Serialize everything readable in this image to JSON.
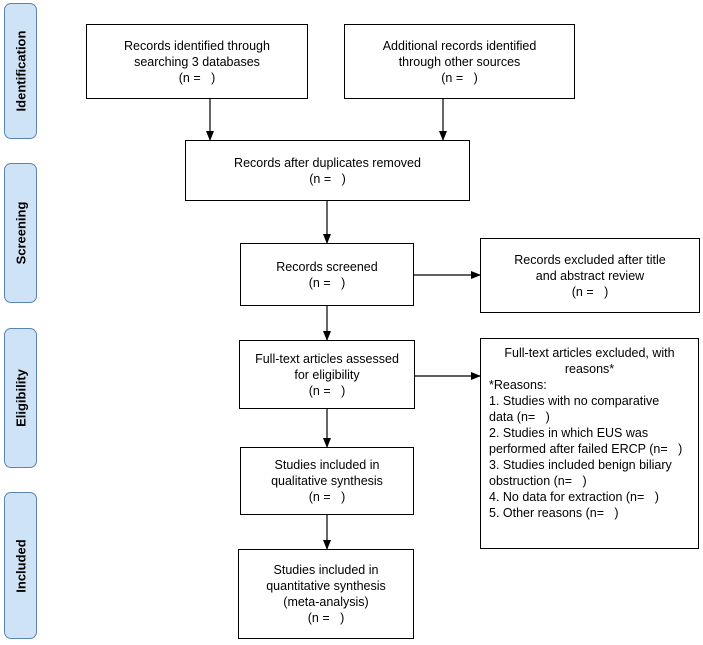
{
  "phases": {
    "identification": "Identification",
    "screening": "Screening",
    "eligibility": "Eligibility",
    "included": "Included"
  },
  "boxes": {
    "identified": [
      "Records identified through",
      "searching 3 databases",
      "(n =   )"
    ],
    "additional": [
      "Additional records identified",
      "through other sources",
      "(n =   )"
    ],
    "duplicates": [
      "Records after duplicates removed",
      "(n =   )"
    ],
    "screened": [
      "Records screened",
      "(n =   )"
    ],
    "excluded_title": [
      "Records excluded after title",
      "and abstract review",
      "(n =   )"
    ],
    "fulltext_assessed": [
      "Full-text articles assessed",
      "for eligibility",
      "(n =   )"
    ],
    "fulltext_excluded": {
      "header": [
        "Full-text articles excluded, with",
        "reasons*"
      ],
      "items": [
        "*Reasons:",
        "1. Studies with no comparative",
        "data (n=   )",
        "2. Studies in which EUS was",
        "performed after failed ERCP (n=   )",
        "3. Studies included benign biliary",
        "obstruction (n=   )",
        "4. No data for extraction (n=   )",
        "5. Other reasons (n=   )"
      ]
    },
    "qualitative": [
      "Studies included in",
      "qualitative synthesis",
      "(n =   )"
    ],
    "quantitative": [
      "Studies included in",
      "quantitative synthesis",
      "(meta-analysis)",
      "(n =   )"
    ]
  }
}
